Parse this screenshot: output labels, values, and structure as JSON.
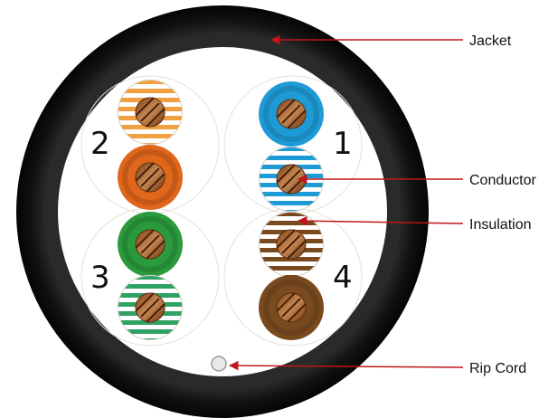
{
  "callouts": {
    "jacket": "Jacket",
    "conductor": "Conductor",
    "insulation": "Insulation",
    "rip_cord": "Rip Cord"
  },
  "pairs": {
    "pair_1": "1",
    "pair_2": "2",
    "pair_3": "3",
    "pair_4": "4"
  },
  "colors": {
    "jacket": "#1a1a1a",
    "arrow": "#c0151c",
    "blue": "#1e9bd7",
    "orange": "#e0661b",
    "orange_stripe": "#f0a040",
    "green": "#2b9a3d",
    "green_stripe": "#2fa163",
    "brown": "#7a4a1f",
    "copper": "#b06a36"
  }
}
